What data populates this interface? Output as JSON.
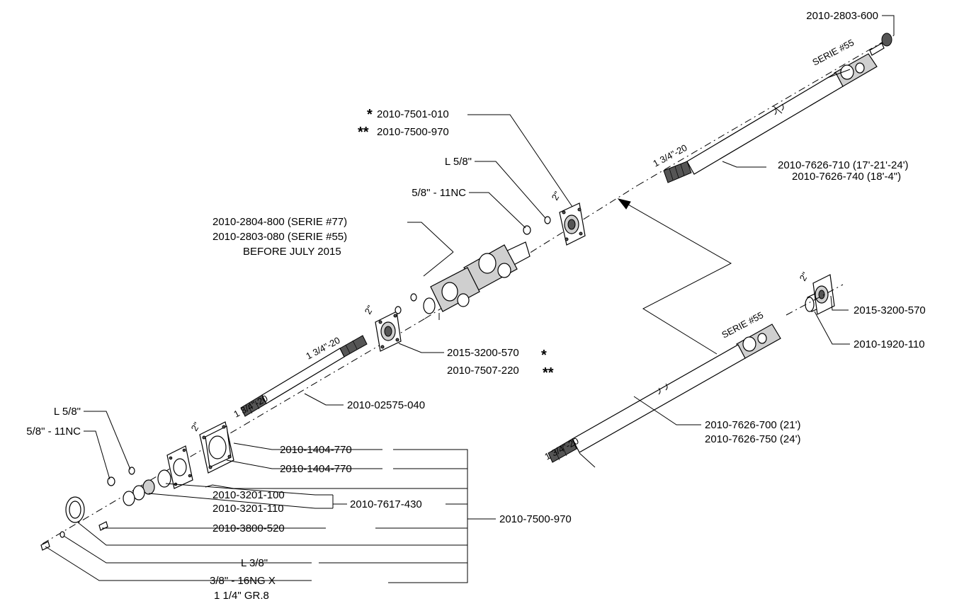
{
  "labels": {
    "p2803_600": "2010-2803-600",
    "serie55_top": "SERIE #55",
    "star1": "*",
    "p7501_010": "2010-7501-010",
    "star2": "**",
    "p7500_970_top": "2010-7500-970",
    "l58_top": "L 5/8\"",
    "nc_top": "5/8\" - 11NC",
    "two_in_flange": "2\"",
    "thread_top_right": "1 3/4\"-20",
    "p7626_710": "2010-7626-710 (17'-21'-24')",
    "p7626_740": "2010-7626-740 (18'-4\")",
    "p2804_800": "2010-2804-800 (SERIE #77)",
    "p2803_080": "2010-2803-080 (SERIE #55)",
    "before_july": "BEFORE JULY 2015",
    "two_in_mid": "2\"",
    "thread_mid": "1 3/4\"-20",
    "p3200_570_mid": "2015-3200-570",
    "star_mid1": "*",
    "p7507_220": "2010-7507-220",
    "star_mid2": "**",
    "two_in_right": "2\"",
    "p3200_570_right": "2015-3200-570",
    "serie55_right": "SERIE #55",
    "p1920_110": "2010-1920-110",
    "thread_shaft": "1 3/4\"-20",
    "p02575_040": "2010-02575-040",
    "thread_bottom_right": "1 3/4\"-20",
    "p7626_700": "2010-7626-700 (21')",
    "p7626_750": "2010-7626-750 (24')",
    "l58_left": "L 5/8\"",
    "nc_left": "5/8\" - 11NC",
    "two_in_left": "2\"",
    "p1404_770_a": "2010-1404-770",
    "p1404_770_b": "2010-1404-770",
    "p3201_100": "2010-3201-100",
    "p3201_110": "2010-3201-110",
    "p7617_430": "2010-7617-430",
    "p7500_970_bottom": "2010-7500-970",
    "p3800_520": "2010-3800-520",
    "l38": "L 3/8\"",
    "bolt_line1": "3/8\" - 16NG X",
    "bolt_line2": "1 1/4\" GR.8"
  }
}
